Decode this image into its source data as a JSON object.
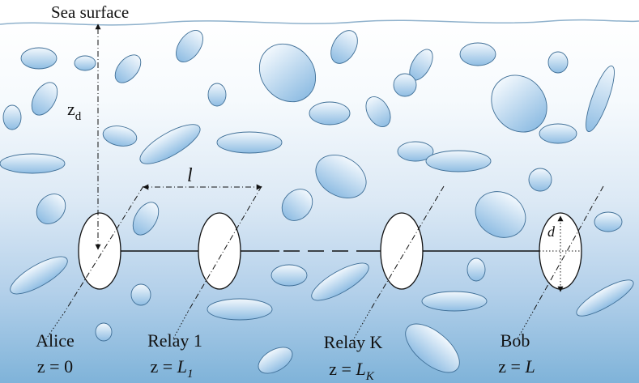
{
  "labels": {
    "sea_surface": "Sea surface",
    "depth_symbol": "z",
    "depth_subscript": "d",
    "spacing_symbol": "l",
    "aperture_symbol": "d"
  },
  "nodes": [
    {
      "name": "Alice",
      "coord_prefix": "z = ",
      "coord_value": "0",
      "coord_subscript": ""
    },
    {
      "name": "Relay 1",
      "coord_prefix": "z = ",
      "coord_value": "L",
      "coord_subscript": "1"
    },
    {
      "name": "Relay K",
      "coord_prefix": "z = ",
      "coord_value": "L",
      "coord_subscript": "K"
    },
    {
      "name": "Bob",
      "coord_prefix": "z = ",
      "coord_value": "L",
      "coord_subscript": ""
    }
  ],
  "colors": {
    "water_top": "#ffffff",
    "water_bottom": "#7fb3d9",
    "particle_fill_light": "#e8f2fb",
    "particle_fill_dark": "#8fbde3",
    "particle_stroke": "#3f6f97",
    "surface_line": "#8fb1cc"
  }
}
